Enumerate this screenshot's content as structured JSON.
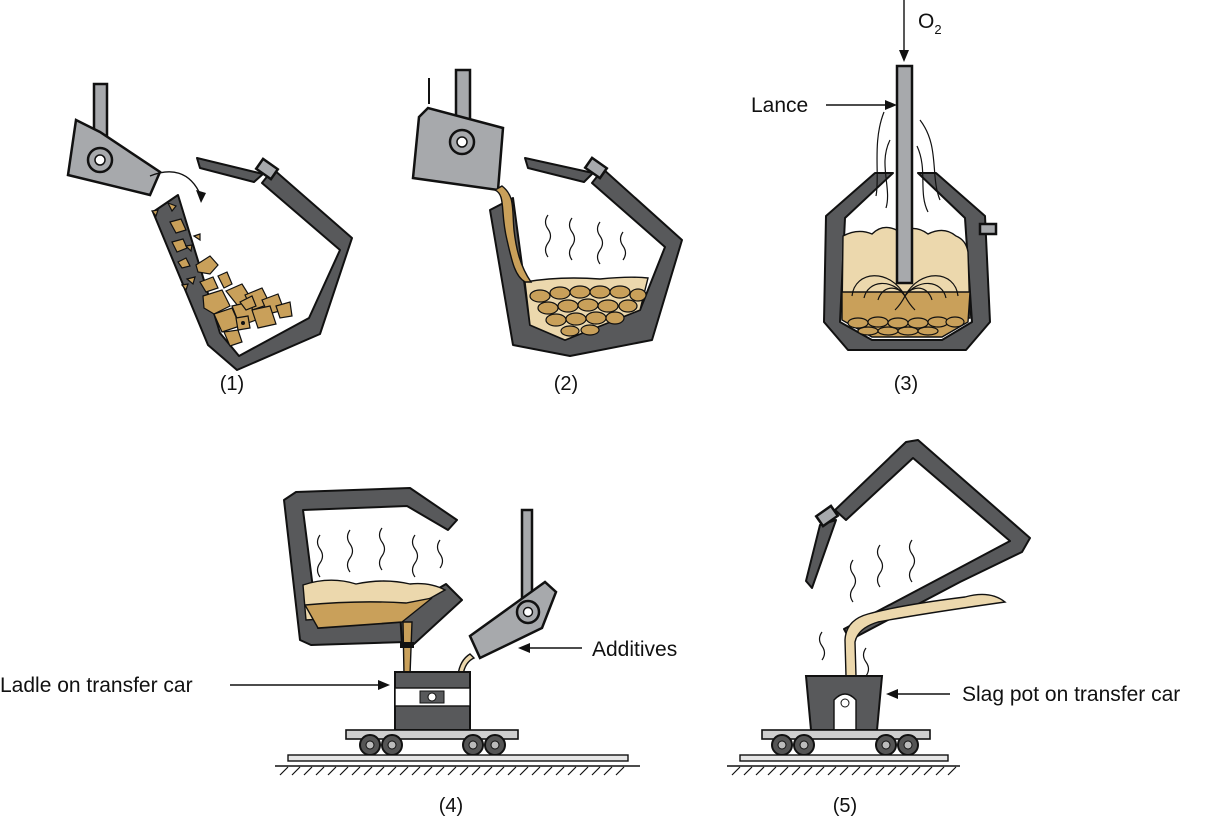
{
  "steps": [
    {
      "caption": "(1)"
    },
    {
      "caption": "(2)"
    },
    {
      "caption": "(3)"
    },
    {
      "caption": "(4)"
    },
    {
      "caption": "(5)"
    }
  ],
  "labels": {
    "oxygen": "O",
    "oxygen_subscript": "2",
    "lance": "Lance",
    "additives": "Additives",
    "ladle": "Ladle on transfer car",
    "slag_pot": "Slag pot on transfer car"
  },
  "colors": {
    "vessel_shell": "#58595b",
    "charging_equipment": "#a7a9ac",
    "molten_metal": "#c9a05a",
    "slag": "#ecd8ad"
  }
}
